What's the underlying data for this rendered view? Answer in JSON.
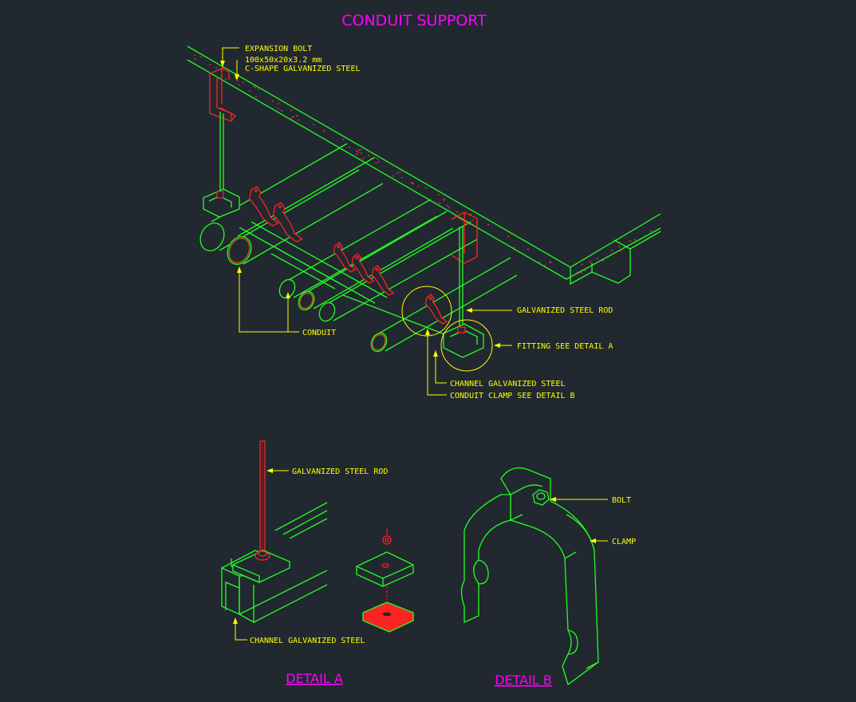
{
  "title": "CONDUIT SUPPORT",
  "labels": {
    "expansion_bolt": "EXPANSION BOLT",
    "c_shape_size": "100x50x20x3.2  mm",
    "c_shape_desc": "C-SHAPE GALVANIZED STEEL",
    "conduit": "CONDUIT",
    "galvanized_rod": "GALVANIZED STEEL ROD",
    "fitting": "FITTING SEE DETAIL A",
    "channel": "CHANNEL GALVANIZED STEEL",
    "clamp_see": "CONDUIT CLAMP SEE DETAIL B"
  },
  "detail_a": {
    "title": "DETAIL A",
    "rod": "GALVANIZED STEEL ROD",
    "channel": "CHANNEL GALVANIZED STEEL"
  },
  "detail_b": {
    "title": "DETAIL B",
    "bolt": "BOLT",
    "clamp": "CLAMP"
  },
  "colors": {
    "background": "#212830",
    "outline": "#22ff22",
    "hardware": "#ff2222",
    "leader": "#ffff00",
    "title": "#ff00ff"
  }
}
